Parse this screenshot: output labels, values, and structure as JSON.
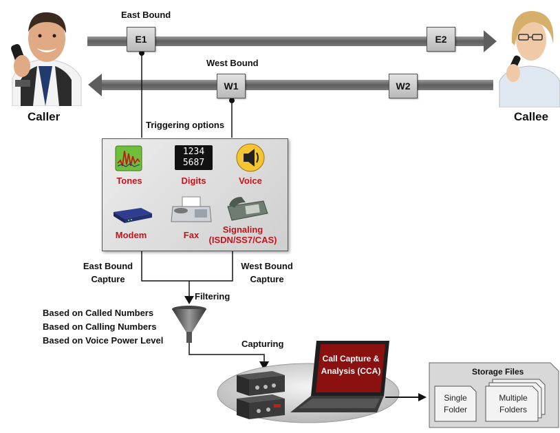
{
  "people": {
    "caller_label": "Caller",
    "callee_label": "Callee"
  },
  "east": {
    "title": "East Bound",
    "tap1": "E1",
    "tap2": "E2"
  },
  "west": {
    "title": "West Bound",
    "tap1": "W1",
    "tap2": "W2"
  },
  "triggering": {
    "title": "Triggering options",
    "items": [
      {
        "label": "Tones",
        "icon": "tones-icon"
      },
      {
        "label": "Digits",
        "icon": "digits-icon"
      },
      {
        "label": "Voice",
        "icon": "speaker-icon"
      },
      {
        "label": "Modem",
        "icon": "modem-icon"
      },
      {
        "label": "Fax",
        "icon": "fax-icon"
      },
      {
        "label": "Signaling",
        "sublabel": "(ISDN/SS7/CAS)",
        "icon": "phone-icon"
      }
    ],
    "digits_line1": "1234",
    "digits_line2": "5687"
  },
  "capture": {
    "east_line1": "East Bound",
    "east_line2": "Capture",
    "west_line1": "West Bound",
    "west_line2": "Capture"
  },
  "filtering": {
    "title": "Filtering",
    "criteria": [
      "Based on Called Numbers",
      "Based on Calling Numbers",
      "Based on Voice Power Level"
    ]
  },
  "capturing": {
    "title": "Capturing",
    "screen_line1": "Call Capture &",
    "screen_line2": "Analysis (CCA)"
  },
  "storage": {
    "title": "Storage Files",
    "single_line1": "Single",
    "single_line2": "Folder",
    "multiple_line1": "Multiple",
    "multiple_line2": "Folders"
  },
  "colors": {
    "arrow_gray": "#6f6f6f",
    "label_red": "#c4141b",
    "screen_red": "#8b1010"
  }
}
